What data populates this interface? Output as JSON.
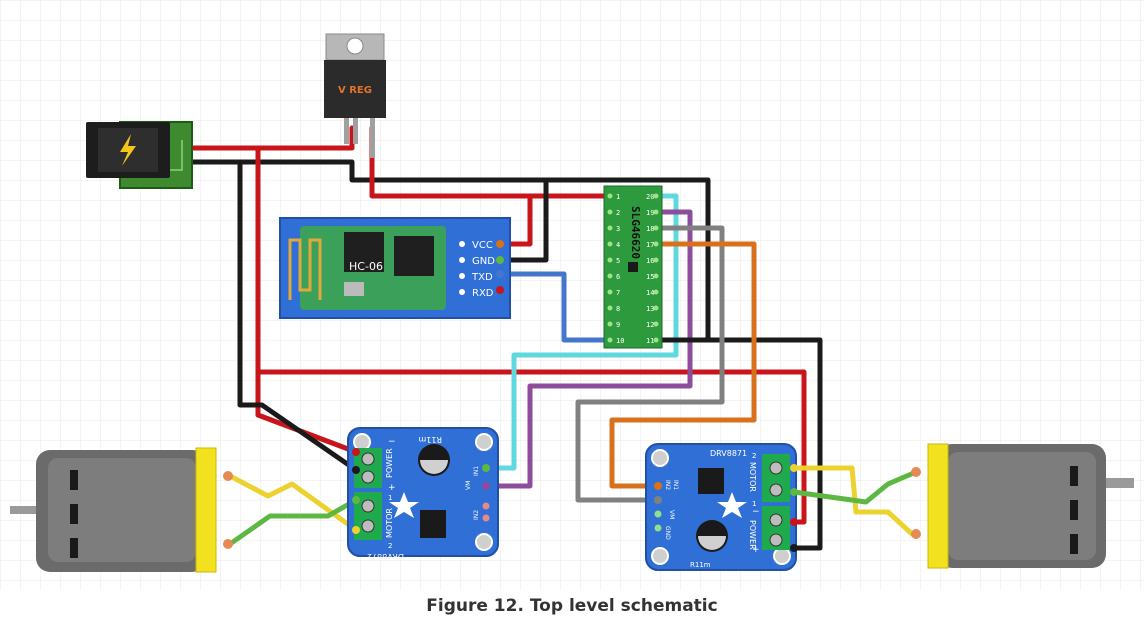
{
  "figure": {
    "caption": "Figure 12. Top level schematic"
  },
  "regulator": {
    "label": "V REG"
  },
  "bluetooth": {
    "model": "HC-06",
    "pins": [
      "VCC",
      "GND",
      "TXD",
      "RXD"
    ]
  },
  "chip": {
    "part_label": "SLG46620",
    "left_pins": [
      "1",
      "2",
      "3",
      "4",
      "5",
      "6",
      "7",
      "8",
      "9",
      "10"
    ],
    "right_pins": [
      "20",
      "19",
      "18",
      "17",
      "16",
      "15",
      "14",
      "13",
      "12",
      "11"
    ]
  },
  "driver_left": {
    "top_label": "R11m",
    "side_power": "POWER",
    "side_motor": "MOTOR",
    "bottom_label": "DRV8872",
    "pins": [
      "IN1",
      "VM",
      "IN2"
    ],
    "term_power": [
      "−",
      "+"
    ],
    "term_motor": [
      "1",
      "2"
    ]
  },
  "driver_right": {
    "top_label": "DRV8871",
    "side_motor": "MOTOR",
    "side_power": "POWER",
    "bottom_label": "R11m",
    "pins": [
      "IN2",
      "IN1",
      "VM",
      "GND"
    ],
    "term_motor": [
      "2",
      "1"
    ],
    "term_power": [
      "−",
      "+"
    ]
  },
  "colors": {
    "red": "#c8151b",
    "black": "#1a1a1a",
    "cyan": "#5fd8e0",
    "purple": "#8e4c9c",
    "gray": "#808080",
    "orange": "#d9701b",
    "blue": "#4477cc",
    "green": "#5cb843",
    "yellow": "#ecd22e",
    "board_blue": "#2f6fd6",
    "chip_green": "#2e9a3e"
  },
  "icons": [
    "power-jack-icon",
    "lightning-icon",
    "antenna-icon",
    "adafruit-star-icon"
  ]
}
